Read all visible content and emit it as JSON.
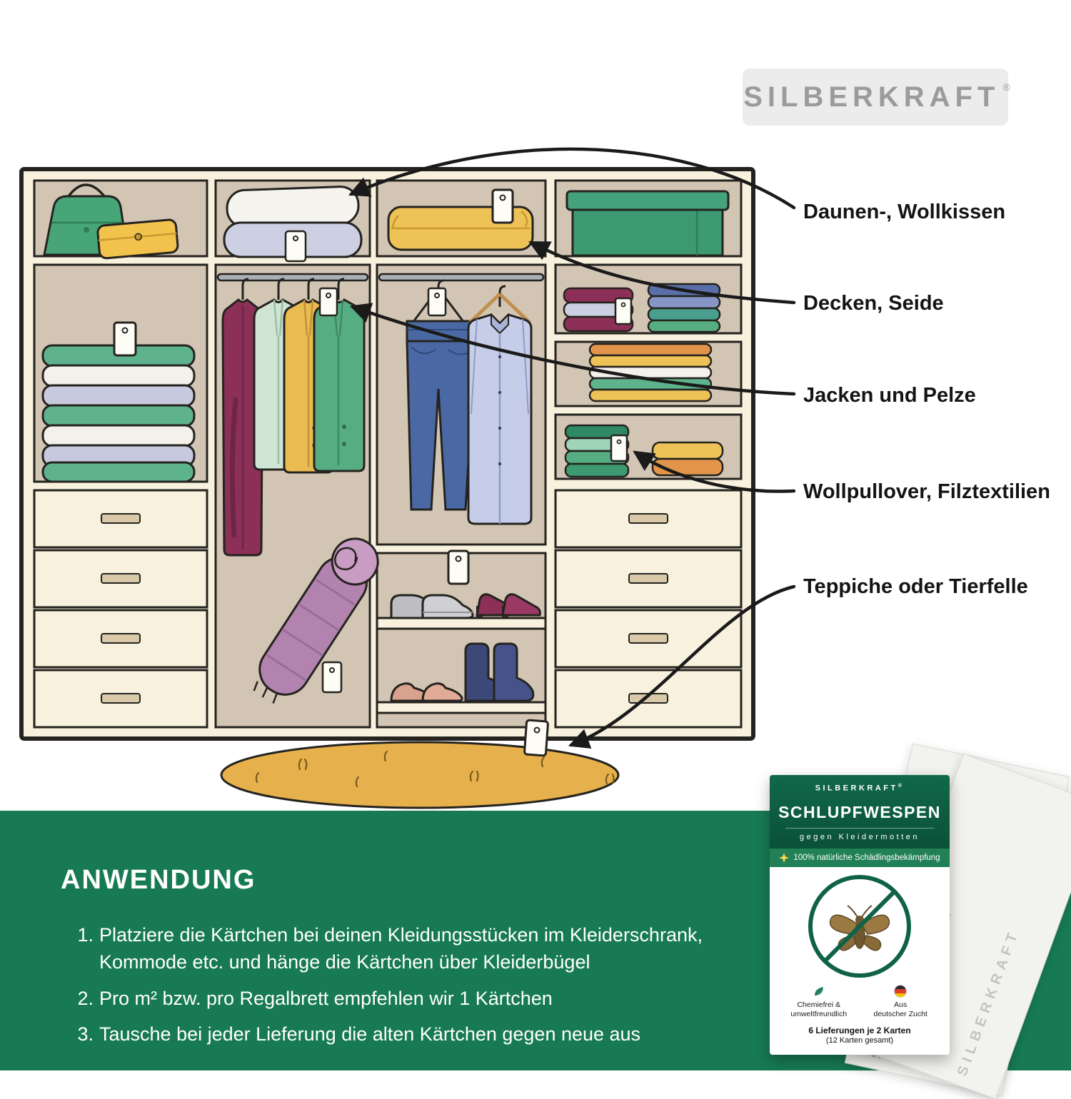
{
  "logo": {
    "text": "SILBERKRAFT",
    "registered": "®"
  },
  "callouts": [
    {
      "label": "Daunen-, Wollkissen"
    },
    {
      "label": "Decken, Seide"
    },
    {
      "label": "Jacken und Pelze"
    },
    {
      "label": "Wollpullover, Filztextilien"
    },
    {
      "label": "Teppiche oder Tierfelle"
    }
  ],
  "usage": {
    "heading": "ANWENDUNG",
    "steps": [
      {
        "num": "1.",
        "text": "Platziere die Kärtchen bei deinen Kleidungsstücken im Kleiderschrank, Kommode etc. und hänge die Kärtchen über Kleiderbügel"
      },
      {
        "num": "2.",
        "text": "Pro m² bzw. pro Regalbrett empfehlen wir 1 Kärtchen"
      },
      {
        "num": "3.",
        "text": "Tausche bei jeder Lieferung die alten Kärtchen gegen neue aus"
      }
    ]
  },
  "product_card": {
    "brand": "SILBERKRAFT",
    "brand_registered": "®",
    "title": "SCHLUPFWESPEN",
    "subtitle": "gegen Kleidermotten",
    "banner": "100% natürliche Schädlingsbekämpfung",
    "features": [
      {
        "line1": "Chemiefrei &",
        "line2": "umweltfreundlich"
      },
      {
        "line1": "Aus",
        "line2": "deutscher Zucht"
      }
    ],
    "delivery_line1": "6 Lieferungen je 2 Karten",
    "delivery_line2": "(12 Karten gesamt)",
    "watermark": "SILBERKRAFT"
  },
  "colors": {
    "band_green": "#177a55",
    "card_header_green": "#0d5f43",
    "accent_yellow": "#ffd84a",
    "wardrobe_cream": "#f7f1dd",
    "wardrobe_tan": "#d2c5b4"
  }
}
